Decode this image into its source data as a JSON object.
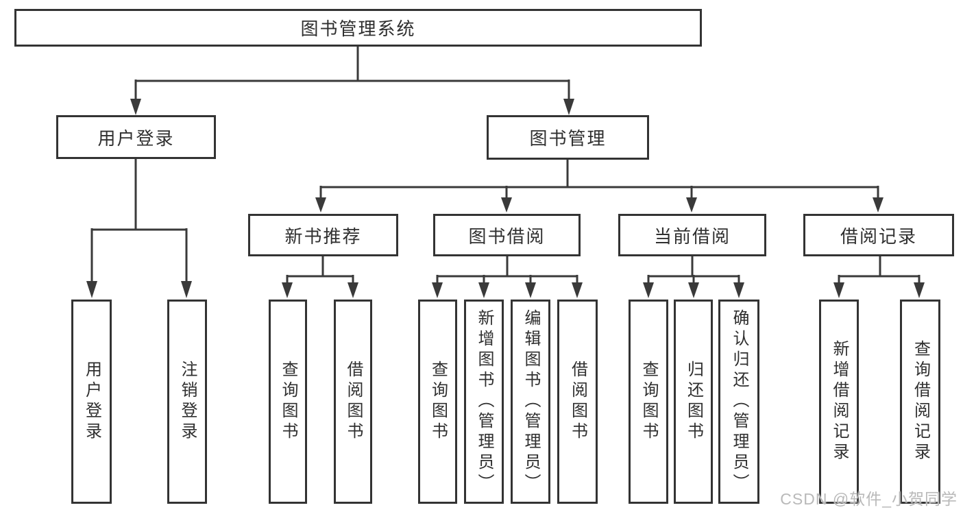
{
  "diagram": {
    "root": "图书管理系统",
    "level2": [
      "用户登录",
      "图书管理"
    ],
    "level3": [
      "新书推荐",
      "图书借阅",
      "当前借阅",
      "借阅记录"
    ],
    "leaves": [
      "用户登录",
      "注销登录",
      "查询图书",
      "借阅图书",
      "查询图书",
      "新增图书（管理员）",
      "编辑图书（管理员）",
      "借阅图书",
      "查询图书",
      "归还图书",
      "确认归还（管理员）",
      "新增借阅记录",
      "查询借阅记录"
    ],
    "structure": {
      "图书管理系统": [
        "用户登录",
        "图书管理"
      ],
      "用户登录": [
        "用户登录",
        "注销登录"
      ],
      "图书管理": [
        "新书推荐",
        "图书借阅",
        "当前借阅",
        "借阅记录"
      ],
      "新书推荐": [
        "查询图书",
        "借阅图书"
      ],
      "图书借阅": [
        "查询图书",
        "新增图书（管理员）",
        "编辑图书（管理员）",
        "借阅图书"
      ],
      "当前借阅": [
        "查询图书",
        "归还图书",
        "确认归还（管理员）"
      ],
      "借阅记录": [
        "新增借阅记录",
        "查询借阅记录"
      ]
    }
  },
  "watermark": "CSDN @软件_小贺同学",
  "colors": {
    "line": "#3a3a3a",
    "border": "#333333",
    "text": "#2f2f2f",
    "watermark": "#b9b9b9",
    "background": "#ffffff"
  }
}
